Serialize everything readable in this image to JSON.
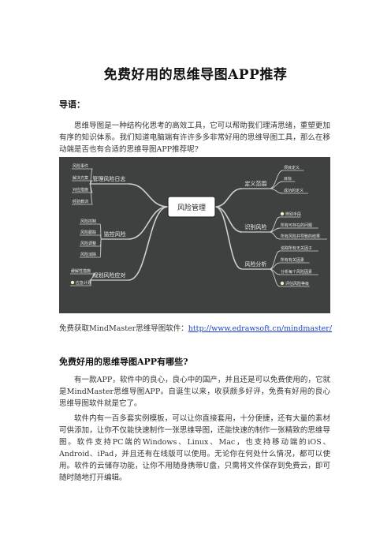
{
  "document": {
    "title": "免费好用的思维导图APP推荐",
    "intro_heading": "导语：",
    "intro_paragraph": "思维导图是一种结构化思考的高效工具，它可以帮助我们理清思绪，重塑更加有序的知识体系。我们知道电脑端有许许多多非常好用的思维导图工具，那么在移动端是否也有合适的思维导图APP推荐呢?",
    "download_label": "免费获取MindMaster思维导图软件：",
    "download_url": "http://www.edrawsoft.cn/mindmaster/",
    "section_heading": "免费好用的思维导图APP有哪些?",
    "paragraph_2": "有一款APP，软件中的良心，良心中的国产，并且还是可以免费使用的，它就是MindMaster思维导图APP。自诞生以来，收获颇多好评，免费有好用的良心思维导图软件就是它了。",
    "paragraph_3": "软件内有一百多套实例模板，可以让你直接套用，十分便捷，还有大量的素材可供添加，让你不仅能快速制作一张思维导图，还能快速的制作一张精致的思维导图。软件支持PC端的Windows、Linux、Mac，也支持移动端的iOS、Android、iPad，并且还有在线版可以使用。无论你在何处什么情况，都可以使用。软件的云储存功能，让你不用随身携带U盘，只需将文件保存到免费云，即可随时随地打开编辑。"
  },
  "mindmap": {
    "center": "风险管理",
    "branches": [
      {
        "label": "管理风险日志",
        "items": [
          "风险事件",
          "解决方案",
          "对应措施",
          "经验教训"
        ]
      },
      {
        "label": "监控风险",
        "items": [
          "风险控制",
          "风险跟踪",
          "风险调整",
          "风险消除"
        ]
      },
      {
        "label": "规划风险应对",
        "items": [
          "缓解性措施",
          "应急计划"
        ]
      },
      {
        "label": "定义范围",
        "items": [
          "项目定义",
          "目标",
          "成功的定义"
        ]
      },
      {
        "label": "识别风险",
        "items": [
          "辨别手段",
          "所有可存在的问题",
          "所有风险并导致的结果"
        ]
      },
      {
        "label": "风险分析",
        "items": [
          "追踪所有无关因子",
          "所有有关因素",
          "分析每个风险因素",
          "评估风险等级"
        ]
      }
    ],
    "colors": {
      "background": "#3e4140",
      "line": "#cfd3cd",
      "highlight": "#e9f2bf",
      "center_fill": "#ffffff",
      "center_border": "#2b2d2c"
    }
  }
}
